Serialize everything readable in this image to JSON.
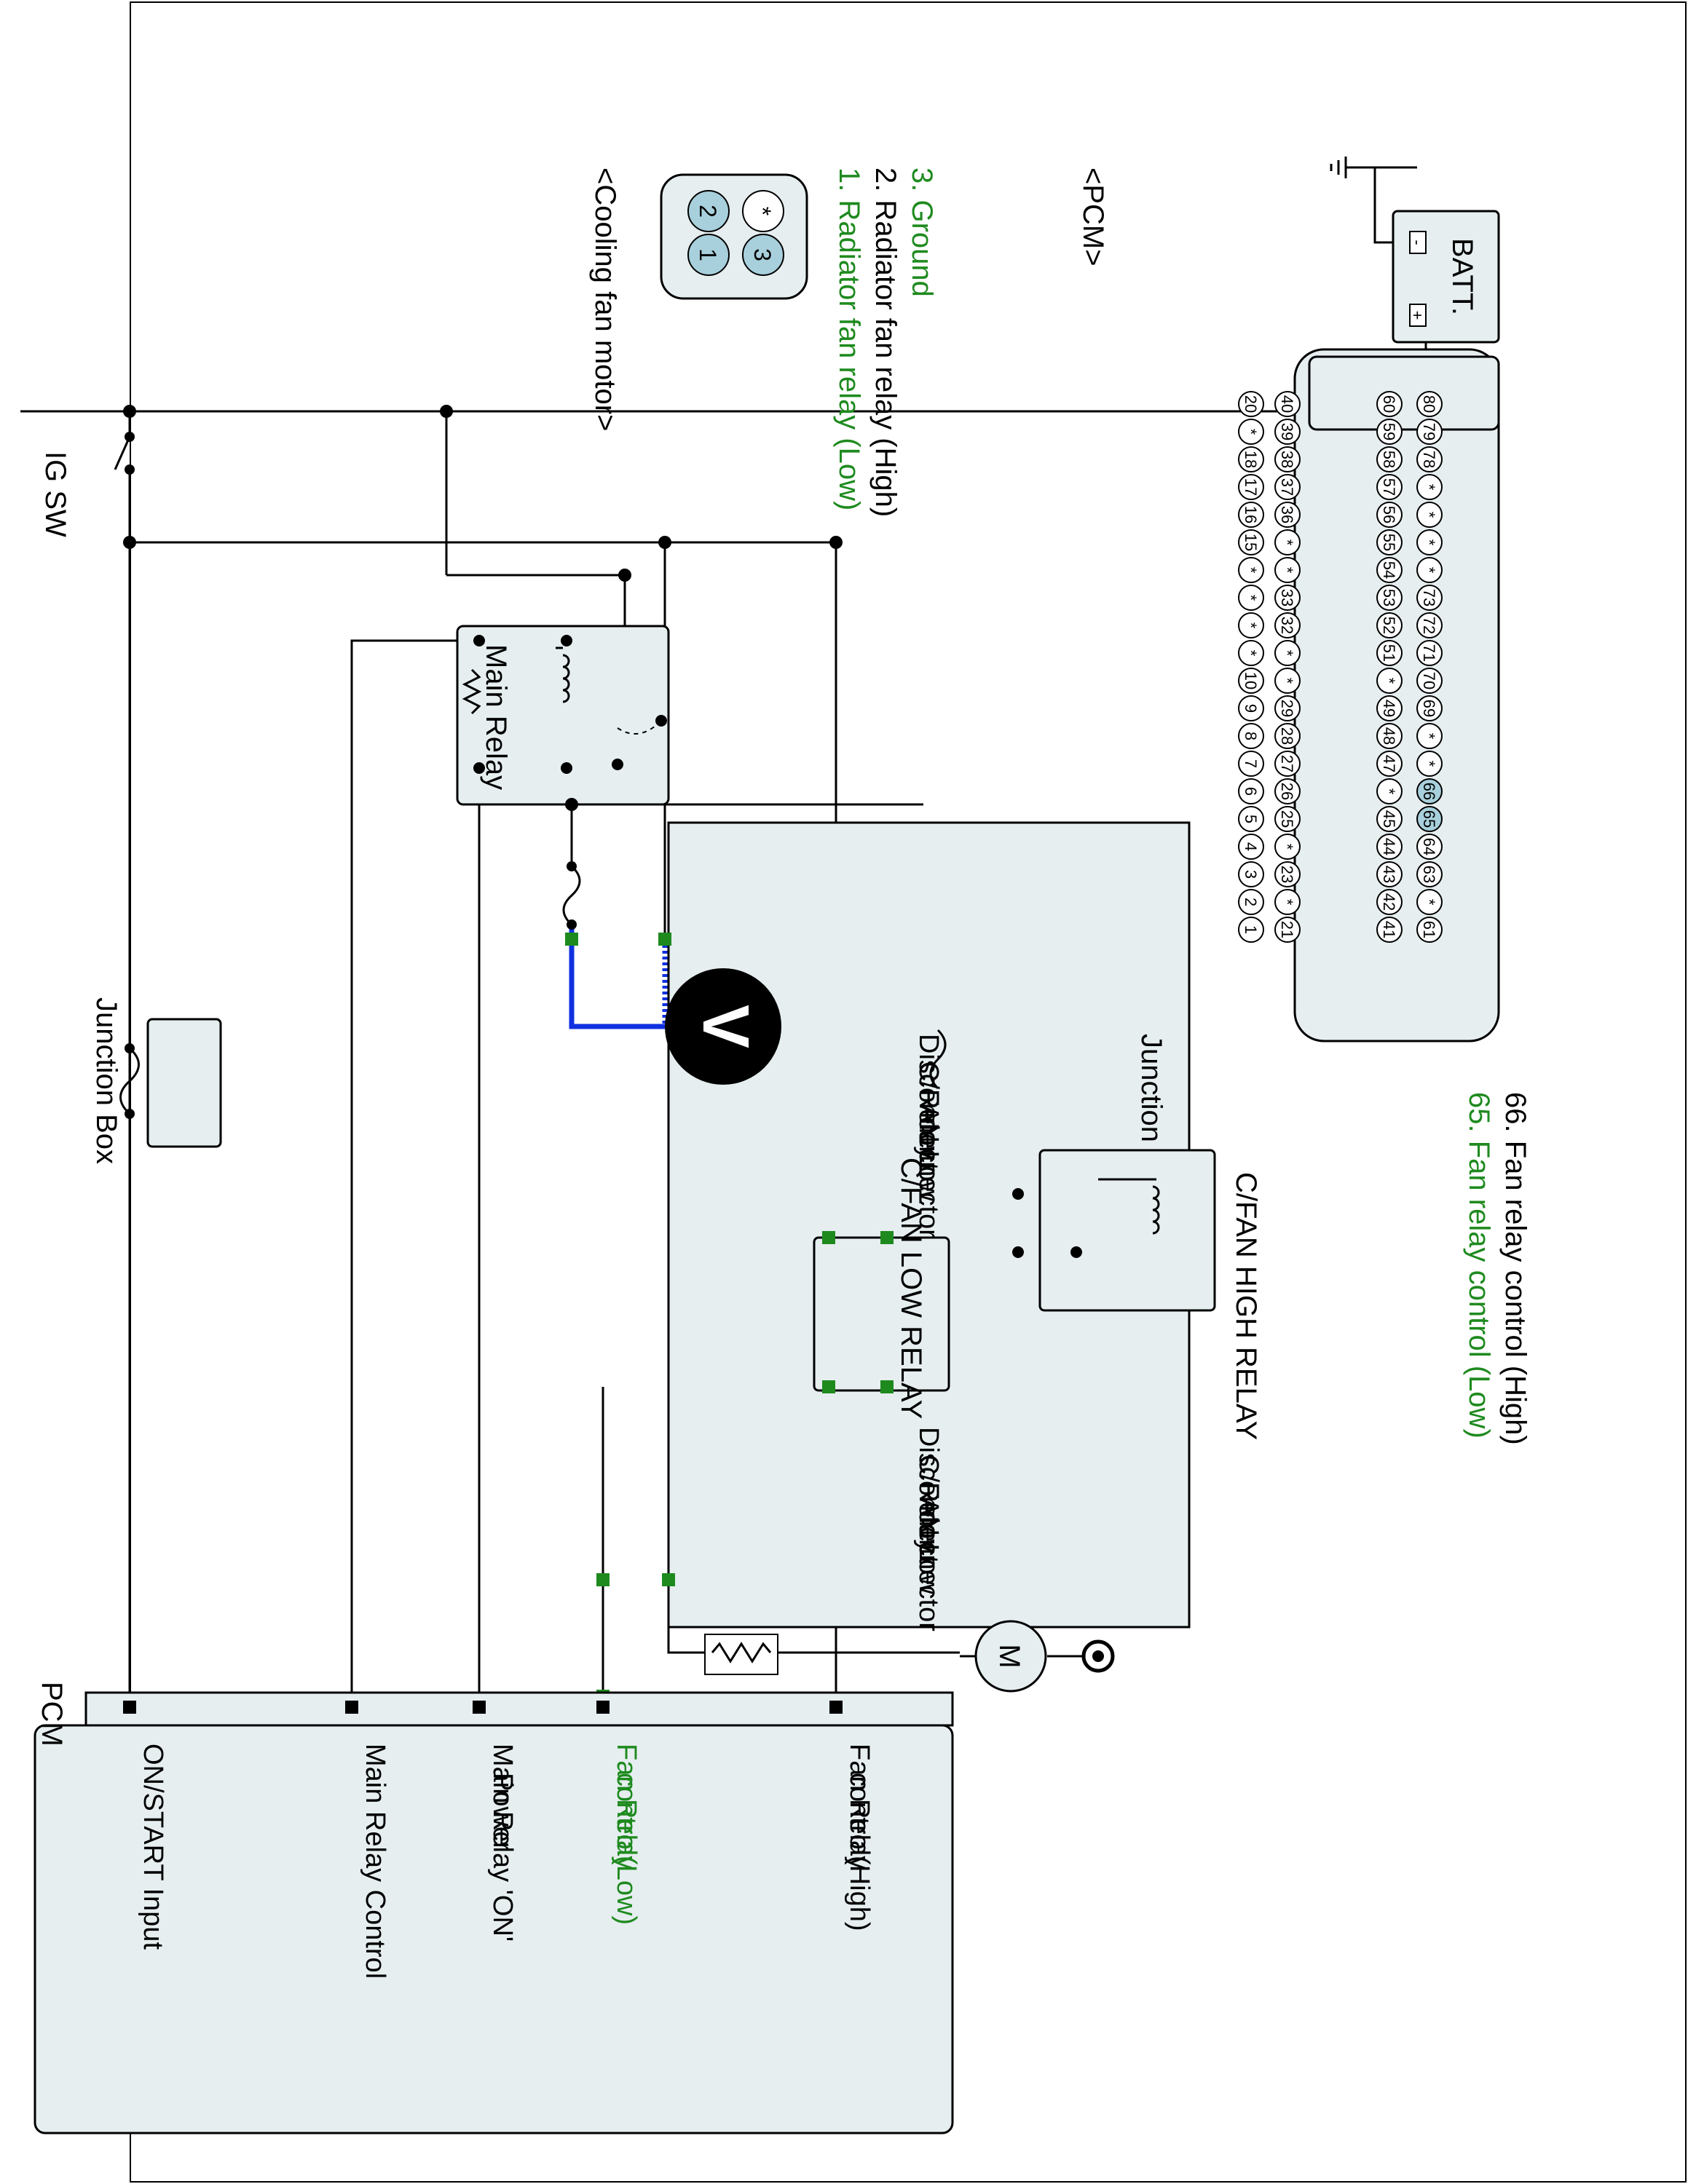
{
  "labels": {
    "batt": "BATT.",
    "batt_plus": "+",
    "batt_minus": "-",
    "ig_sw": "IG SW",
    "main_relay": "Main Relay",
    "junction_box_top": "Junction Box",
    "junction_box_main": "Junction Box",
    "disconnect_1": [
      "Disconnect",
      "C/FAN Low",
      "Relay",
      "connector"
    ],
    "disconnect_2": [
      "Disconnect",
      "C/FAN Low",
      "Relay",
      "connector"
    ],
    "cfan_low_relay": "C/FAN LOW RELAY",
    "cfan_high_relay": "C/FAN HIGH RELAY",
    "voltmeter": "V",
    "motor": "M",
    "pcm": "PCM"
  },
  "pcm_pins": [
    {
      "label": "ON/START Input",
      "lines": [
        "ON/START Input"
      ],
      "green": false
    },
    {
      "label": "Main Relay Control",
      "lines": [
        "Main Relay Control"
      ],
      "green": false
    },
    {
      "label": "Main Relay 'ON' Power",
      "lines": [
        "Main Relay 'ON'",
        "Power"
      ],
      "green": false
    },
    {
      "label": "Fan Relay control(Low)",
      "lines": [
        "Fan Relay",
        "control(Low)"
      ],
      "green": true
    },
    {
      "label": "Fan Relay control(High)",
      "lines": [
        "Fan Relay",
        "control(High)"
      ],
      "green": false
    }
  ],
  "cooling_fan_motor": {
    "title": "<Cooling fan motor>",
    "pins": [
      "1",
      "2",
      "3",
      "*"
    ],
    "legend": [
      {
        "text": "1. Radiator fan relay (Low)",
        "green": true
      },
      {
        "text": "2. Radiator fan relay (High)",
        "green": false
      },
      {
        "text": "3. Ground",
        "green": true
      }
    ]
  },
  "pcm_connector": {
    "title": "<PCM>",
    "row1": [
      "20",
      "*",
      "18",
      "17",
      "16",
      "15",
      "*",
      "*",
      "*",
      "*",
      "10",
      "9",
      "8",
      "7",
      "6",
      "5",
      "4",
      "3",
      "2",
      "1"
    ],
    "row2": [
      "40",
      "39",
      "38",
      "37",
      "36",
      "*",
      "*",
      "33",
      "32",
      "*",
      "*",
      "29",
      "28",
      "27",
      "26",
      "25",
      "*",
      "23",
      "*",
      "21"
    ],
    "row3": [
      "60",
      "59",
      "58",
      "57",
      "56",
      "55",
      "54",
      "53",
      "52",
      "51",
      "*",
      "49",
      "48",
      "47",
      "*",
      "45",
      "44",
      "43",
      "42",
      "41"
    ],
    "row4": [
      "80",
      "79",
      "78",
      "*",
      "*",
      "*",
      "*",
      "73",
      "72",
      "71",
      "70",
      "69",
      "*",
      "*",
      "66",
      "65",
      "64",
      "63",
      "*",
      "61"
    ],
    "highlighted": [
      "66",
      "65"
    ],
    "legend": [
      {
        "text": "65. Fan relay control (Low)",
        "green": true
      },
      {
        "text": "66. Fan relay control (High)",
        "green": false
      }
    ]
  },
  "colors": {
    "green": "#1e8a1e",
    "orange": "#f07020",
    "blue": "#1030e0",
    "box_fill": "#e6eef0",
    "pin_fill": "#a8d0dc"
  }
}
